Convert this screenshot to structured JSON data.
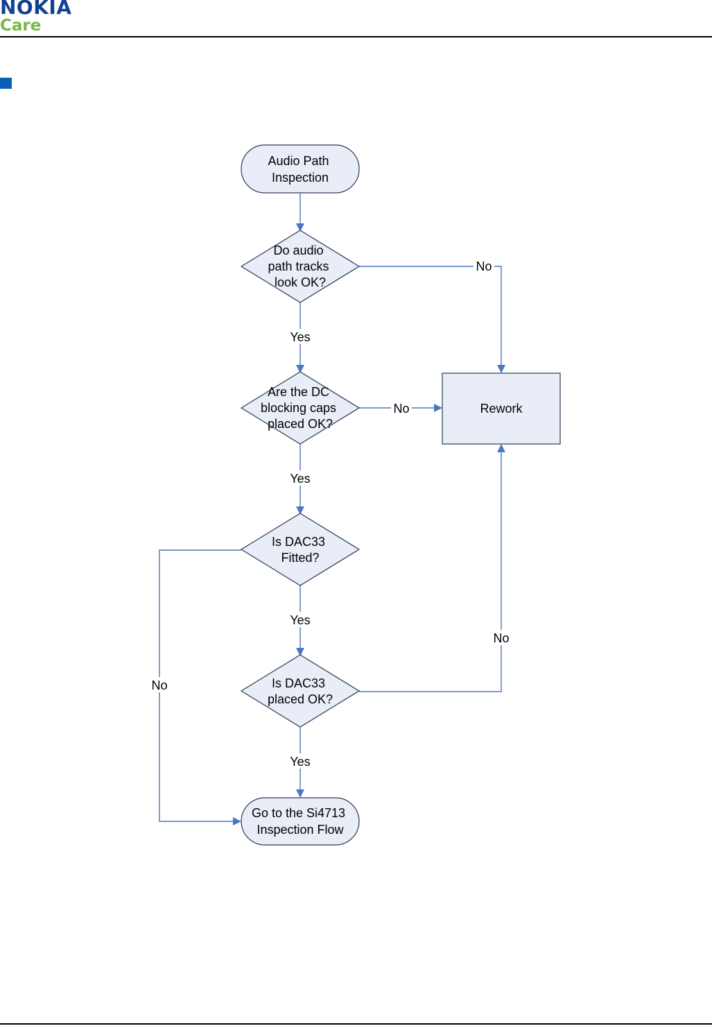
{
  "header": {
    "brand": "NOKIA",
    "sub": "Care",
    "brand_color": "#124191",
    "sub_color": "#7ab648"
  },
  "section_marker_color": "#0b5fb3",
  "flowchart": {
    "nodes": {
      "start": [
        "Audio Path",
        "Inspection"
      ],
      "q_tracks": [
        "Do audio",
        "path tracks",
        "look OK?"
      ],
      "q_caps": [
        "Are the DC",
        "blocking caps",
        "placed OK?"
      ],
      "q_fitted": [
        "Is DAC33",
        "Fitted?"
      ],
      "q_placed": [
        "Is DAC33",
        "placed OK?"
      ],
      "end": [
        "Go to the Si4713",
        "Inspection Flow"
      ],
      "rework": "Rework"
    },
    "edges": {
      "tracks_yes": "Yes",
      "tracks_no": "No",
      "caps_yes": "Yes",
      "caps_no": "No",
      "fitted_yes": "Yes",
      "fitted_no": "No",
      "placed_yes": "Yes",
      "placed_no": "No"
    },
    "colors": {
      "node_fill": "#e8edf7",
      "node_stroke": "#2b3b55",
      "edge": "#4a76c2"
    }
  }
}
